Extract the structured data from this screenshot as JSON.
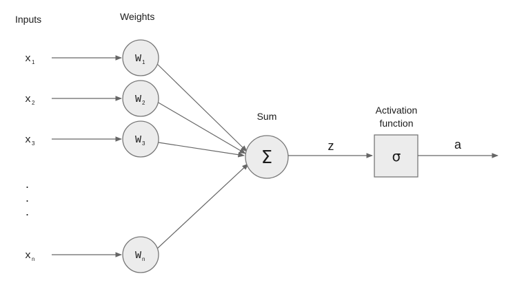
{
  "headers": {
    "inputs": "Inputs",
    "weights": "Weights",
    "sum": "Sum",
    "activation_line1": "Activation",
    "activation_line2": "function"
  },
  "inputs": [
    {
      "base": "x",
      "sub": "1"
    },
    {
      "base": "x",
      "sub": "2"
    },
    {
      "base": "x",
      "sub": "3"
    },
    {
      "base": "x",
      "sub": "n"
    }
  ],
  "weights": [
    {
      "base": "W",
      "sub": "1"
    },
    {
      "base": "W",
      "sub": "2"
    },
    {
      "base": "W",
      "sub": "3"
    },
    {
      "base": "W",
      "sub": "n"
    }
  ],
  "ellipsis": [
    ".",
    ".",
    "."
  ],
  "sum_symbol": "Σ",
  "activation_symbol": "σ",
  "z_label": "z",
  "a_label": "a",
  "colors": {
    "node_fill": "#ececec",
    "stroke": "#666666"
  }
}
